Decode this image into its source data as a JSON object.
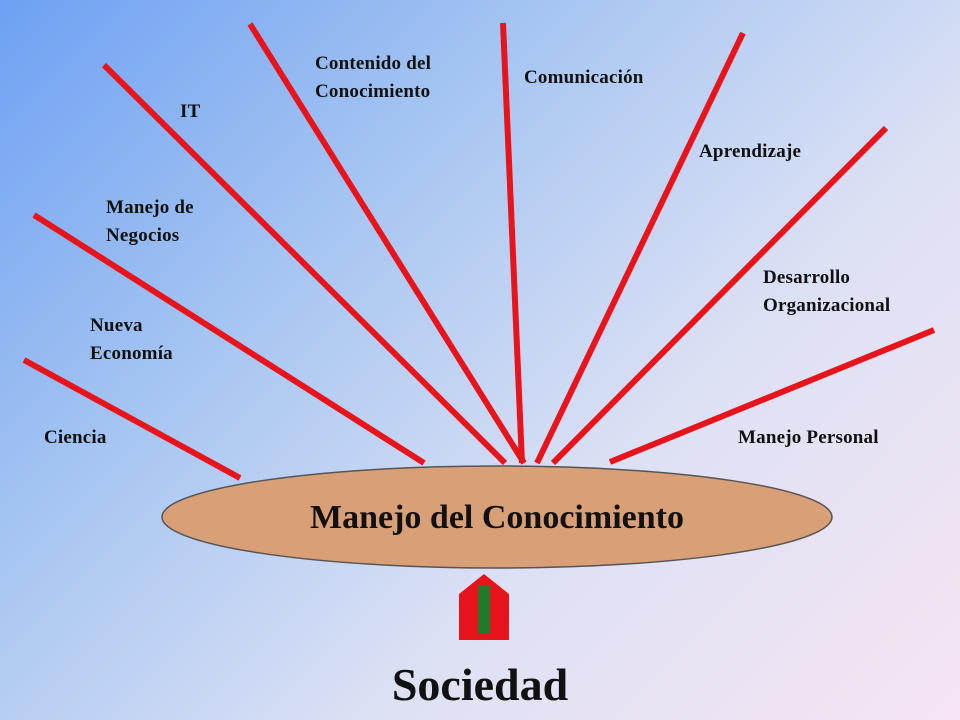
{
  "hub": {
    "label": "Manejo del Conocimiento",
    "fill": "#d9a077"
  },
  "ray_color": "#e8141c",
  "rays": [
    {
      "label": "Ciencia"
    },
    {
      "label": "Nueva\nEconomía"
    },
    {
      "label": "Manejo de\nNegocios"
    },
    {
      "label": "IT"
    },
    {
      "label": "Contenido del\nConocimiento"
    },
    {
      "label": "Comunicación"
    },
    {
      "label": "Aprendizaje"
    },
    {
      "label": "Desarrollo\nOrganizacional"
    },
    {
      "label": "Manejo Personal"
    }
  ],
  "footer": {
    "label": "Sociedad"
  },
  "arrow": {
    "outline": "#e8141c",
    "fill": "#1f7a2a",
    "icon": "up-arrow-icon"
  }
}
